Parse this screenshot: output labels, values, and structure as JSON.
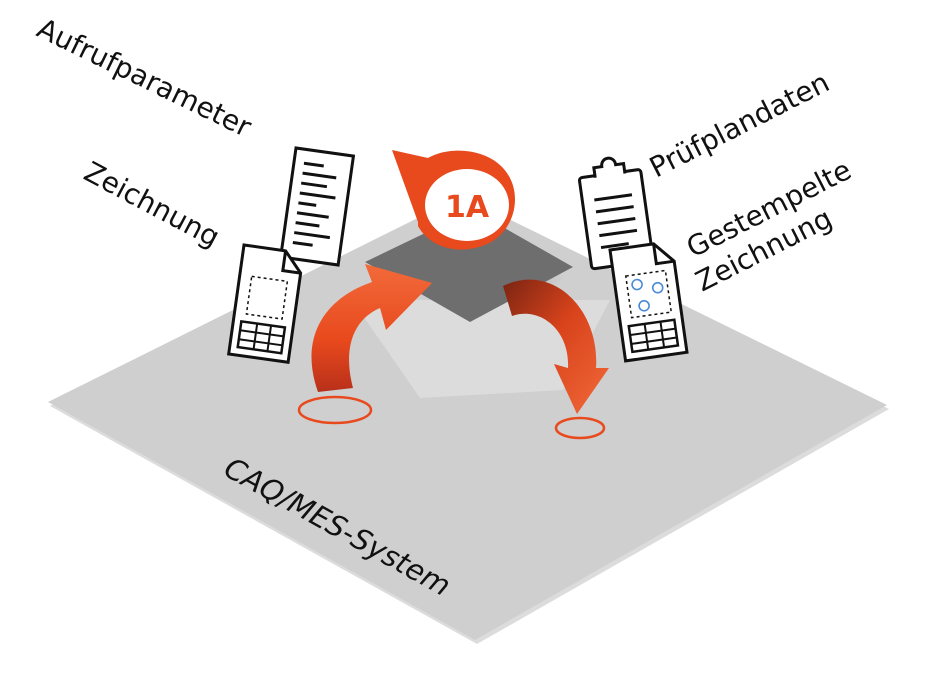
{
  "labels": {
    "aufrufparameter": "Aufrufparameter",
    "zeichnung": "Zeichnung",
    "pruefplandaten": "Prüfplandaten",
    "gestempelte_line1": "Gestempelte",
    "gestempelte_line2": "Zeichnung",
    "system": "CAQ/MES-System",
    "badge": "1A"
  },
  "colors": {
    "platform": "#cccccc",
    "upper_plate": "#6e6e6e",
    "accent": "#e8491d",
    "ink": "#111111",
    "stamp_blue": "#4a8bd6"
  },
  "icons": {
    "left_document": "text-document-icon",
    "left_drawing": "technical-drawing-icon",
    "right_clipboard": "clipboard-icon",
    "right_stamped_drawing": "stamped-drawing-icon",
    "badge_marker": "map-pin-badge-icon"
  }
}
